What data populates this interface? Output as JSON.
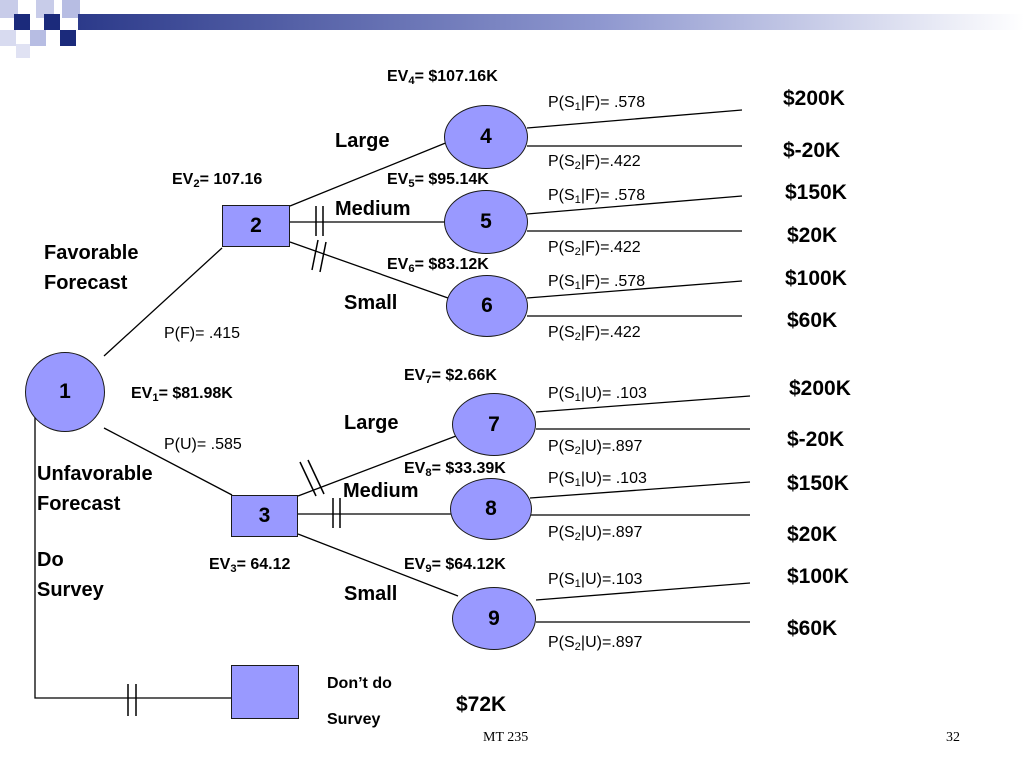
{
  "nodes": {
    "n1": "1",
    "n2": "2",
    "n3": "3",
    "n4": "4",
    "n5": "5",
    "n6": "6",
    "n7": "7",
    "n8": "8",
    "n9": "9"
  },
  "expected_values": {
    "ev1": {
      "name": "EV",
      "sub": "1",
      "value": "= $81.98K"
    },
    "ev2": {
      "name": "EV",
      "sub": "2",
      "value": "= 107.16"
    },
    "ev3": {
      "name": "EV",
      "sub": "3",
      "value": "= 64.12"
    },
    "ev4": {
      "name": "EV",
      "sub": "4",
      "value": "= $107.16K"
    },
    "ev5": {
      "name": "EV",
      "sub": "5",
      "value": "= $95.14K"
    },
    "ev6": {
      "name": "EV",
      "sub": "6",
      "value": "= $83.12K"
    },
    "ev7": {
      "name": "EV",
      "sub": "7",
      "value": "= $2.66K"
    },
    "ev8": {
      "name": "EV",
      "sub": "8",
      "value": "= $33.39K"
    },
    "ev9": {
      "name": "EV",
      "sub": "9",
      "value": "= $64.12K"
    }
  },
  "forecast_probs": {
    "favorable": "P(F)= .415",
    "unfavorable": "P(U)= .585"
  },
  "branch_labels": {
    "favorable_line1": "Favorable",
    "favorable_line2": "Forecast",
    "unfavorable_line1": "Unfavorable",
    "unfavorable_line2": "Forecast",
    "do_survey_line1": "Do",
    "do_survey_line2": "Survey",
    "dont_survey_line1": "Don’t do",
    "dont_survey_line2": "Survey",
    "large_f": "Large",
    "medium_f": "Medium",
    "small_f": "Small",
    "large_u": "Large",
    "medium_u": "Medium",
    "small_u": "Small"
  },
  "state_probs": {
    "f4_s1": {
      "pre": "P(S",
      "sub": "1",
      "post": "|F)= .578"
    },
    "f4_s2": {
      "pre": "P(S",
      "sub": "2",
      "post": "|F)=.422"
    },
    "f5_s1": {
      "pre": "P(S",
      "sub": "1",
      "post": "|F)= .578"
    },
    "f5_s2": {
      "pre": "P(S",
      "sub": "2",
      "post": "|F)=.422"
    },
    "f6_s1": {
      "pre": "P(S",
      "sub": "1",
      "post": "|F)= .578"
    },
    "f6_s2": {
      "pre": "P(S",
      "sub": "2",
      "post": "|F)=.422"
    },
    "u7_s1": {
      "pre": "P(S",
      "sub": "1",
      "post": "|U)= .103"
    },
    "u7_s2": {
      "pre": "P(S",
      "sub": "2",
      "post": "|U)=.897"
    },
    "u8_s1": {
      "pre": "P(S",
      "sub": "1",
      "post": "|U)= .103"
    },
    "u8_s2": {
      "pre": "P(S",
      "sub": "2",
      "post": "|U)=.897"
    },
    "u9_s1": {
      "pre": "P(S",
      "sub": "1",
      "post": "|U)=.103"
    },
    "u9_s2": {
      "pre": "P(S",
      "sub": "2",
      "post": "|U)=.897"
    }
  },
  "payoffs": {
    "p4a": "$200K",
    "p4b": "$-20K",
    "p5a": "$150K",
    "p5b": "$20K",
    "p6a": "$100K",
    "p6b": "$60K",
    "p7a": "$200K",
    "p7b": "$-20K",
    "p8a": "$150K",
    "p8b": "$20K",
    "p9a": "$100K",
    "p9b": "$60K",
    "no_survey": "$72K"
  },
  "footer": {
    "course": "MT 235",
    "page": "32"
  },
  "colors": {
    "node_fill": "#9999ff",
    "corner_navy": "#1b2a7b",
    "corner_light": "#b7bde3"
  }
}
